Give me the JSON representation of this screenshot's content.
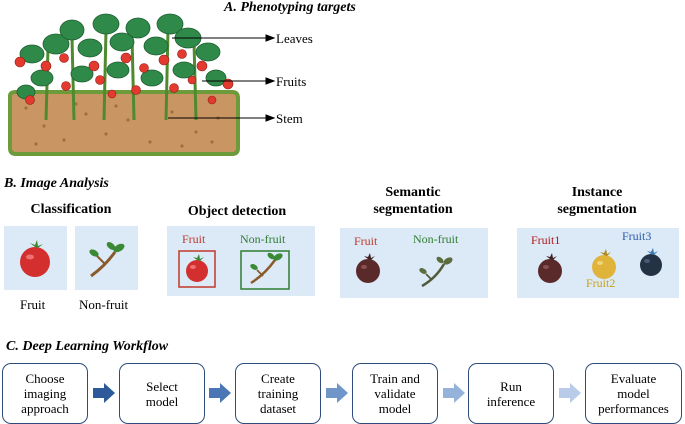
{
  "section_a": {
    "title": "A. Phenotyping targets",
    "labels": [
      "Leaves",
      "Fruits",
      "Stem"
    ]
  },
  "section_b": {
    "title": "B. Image Analysis",
    "classification": {
      "title": "Classification",
      "fruit_label": "Fruit",
      "nonfruit_label": "Non-fruit"
    },
    "object_detection": {
      "title": "Object detection",
      "fruit_label": "Fruit",
      "nonfruit_label": "Non-fruit"
    },
    "semantic": {
      "title": "Semantic\nsegmentation",
      "fruit_label": "Fruit",
      "nonfruit_label": "Non-fruit"
    },
    "instance": {
      "title": "Instance\nsegmentation",
      "labels": [
        "Fruit1",
        "Fruit2",
        "Fruit3"
      ]
    }
  },
  "section_c": {
    "title": "C. Deep Learning Workflow",
    "steps": [
      "Choose\nimaging\napproach",
      "Select\nmodel",
      "Create\ntraining\ndataset",
      "Train and\nvalidate\nmodel",
      "Run\ninference",
      "Evaluate\nmodel\nperformances"
    ]
  },
  "colors": {
    "panel": "#dce9f6",
    "fruit_red": "#d32f2f",
    "nonfruit_green": "#3a8a35",
    "fruit1": "#b01c1c",
    "fruit2": "#c8a21e",
    "fruit3": "#2a5daa",
    "box_border": "#2e4d7b",
    "arrow_shades": [
      "#2e5a9c",
      "#4b76b6",
      "#6f95c9",
      "#95b2da",
      "#b8ccea"
    ]
  }
}
